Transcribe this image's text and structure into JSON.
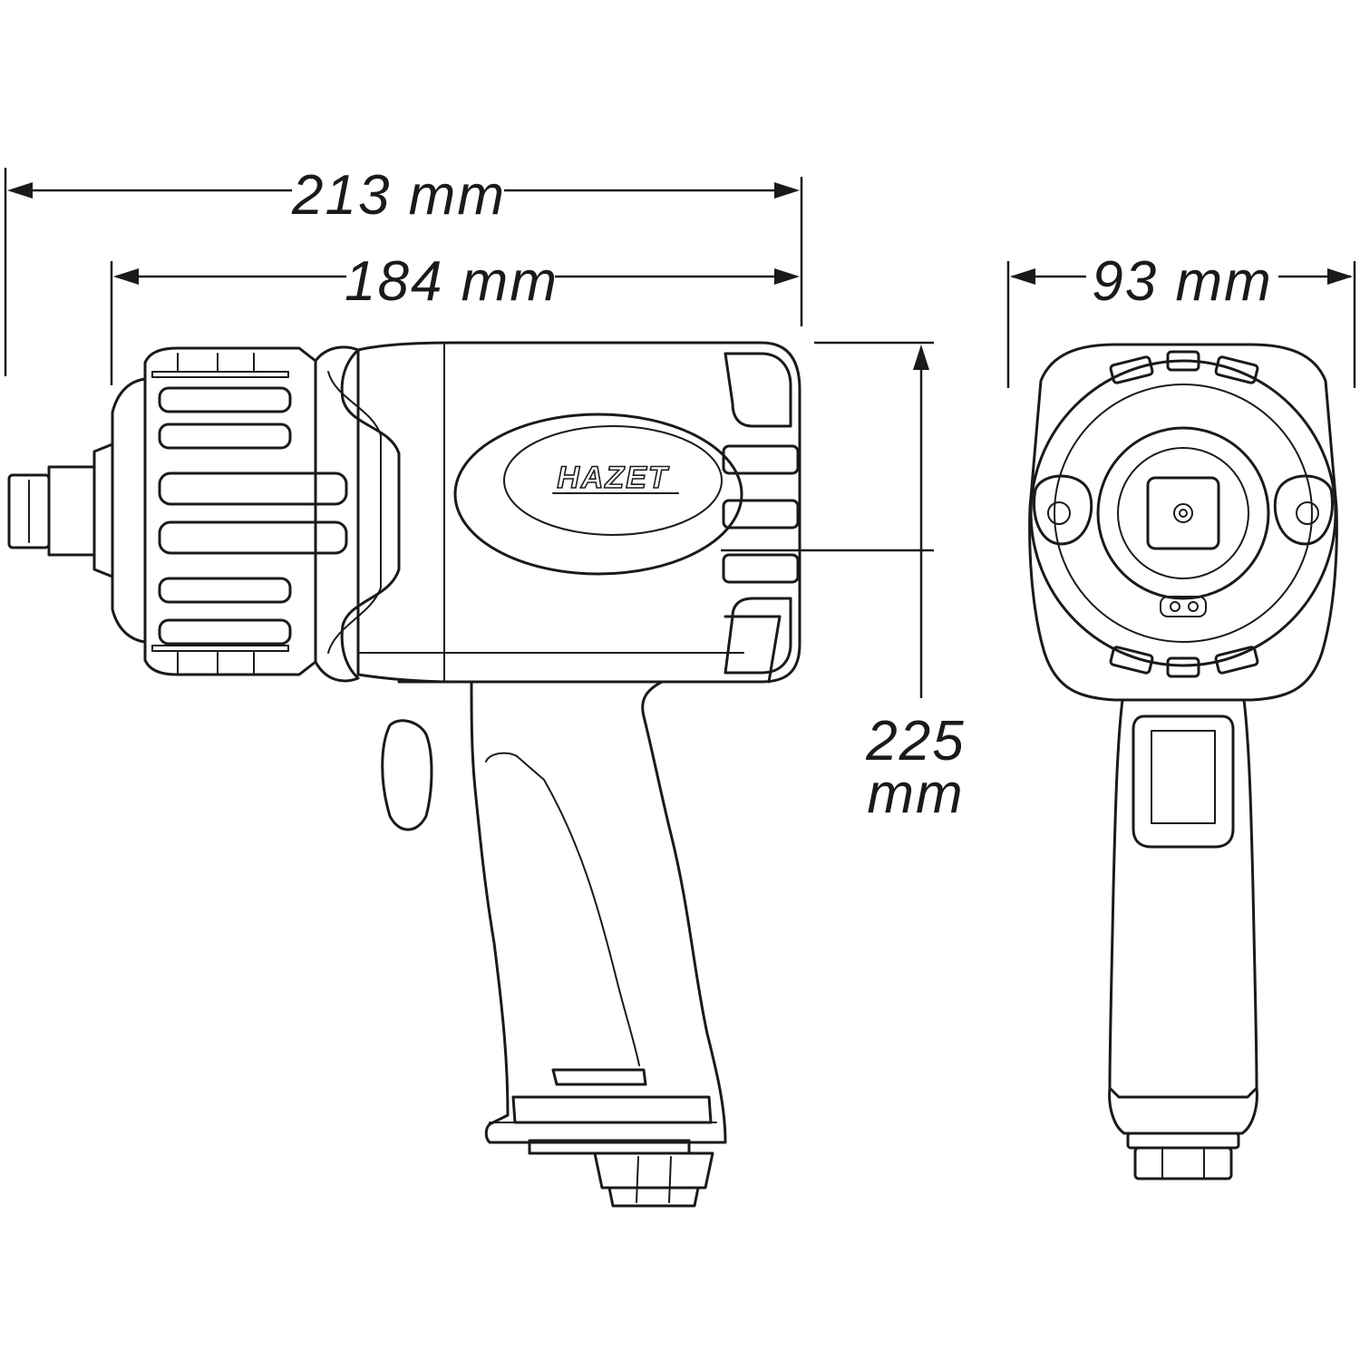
{
  "dimensions": {
    "overall_length": "213 mm",
    "body_length": "184 mm",
    "width": "93 mm",
    "height_value": "225",
    "height_unit": "mm"
  },
  "brand": {
    "logo_text": "HAZET"
  }
}
